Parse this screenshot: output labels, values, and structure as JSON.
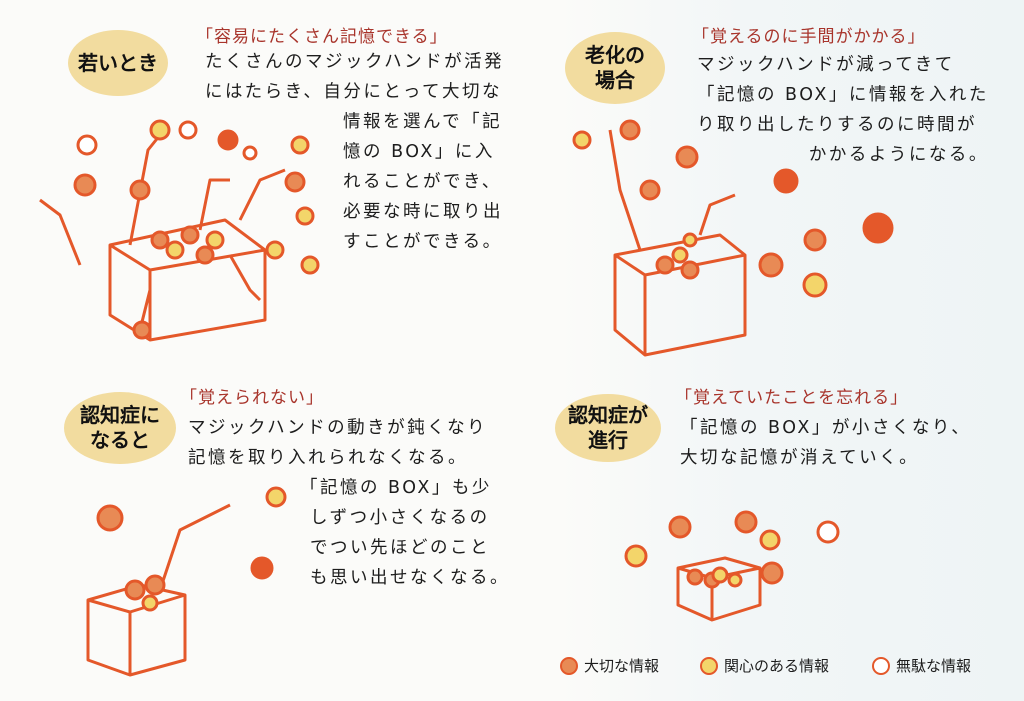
{
  "panels": [
    {
      "badge": [
        "若いとき"
      ],
      "quote": "「容易にたくさん記憶できる」",
      "lines": [
        "たくさんのマジックハンドが活発",
        "にはたらき、自分にとって大切な",
        "情報を選んで「記",
        "憶の BOX」に入",
        "れることができ、",
        "必要な時に取り出",
        "すことができる。"
      ]
    },
    {
      "badge": [
        "老化の",
        "場合"
      ],
      "quote": "「覚えるのに手間がかかる」",
      "lines": [
        "マジックハンドが減ってきて",
        "「記憶の BOX」に情報を入れた",
        "り取り出したりするのに時間が",
        "かかるようになる。"
      ]
    },
    {
      "badge": [
        "認知症に",
        "なると"
      ],
      "quote": "「覚えられない」",
      "lines": [
        "マジックハンドの動きが鈍くなり",
        "記憶を取り入れられなくなる。",
        "「記憶の BOX」も少",
        "しずつ小さくなるの",
        "でつい先ほどのこと",
        "も思い出せなくなる。"
      ]
    },
    {
      "badge": [
        "認知症が",
        "進行"
      ],
      "quote": "「覚えていたことを忘れる」",
      "lines": [
        "「記憶の BOX」が小さくなり、",
        "大切な記憶が消えていく。"
      ]
    }
  ],
  "legend": [
    {
      "label": "大切な情報",
      "color": "#e88a55"
    },
    {
      "label": "関心のある情報",
      "color": "#f3d56a"
    },
    {
      "label": "無駄な情報",
      "color": "#ffffff"
    }
  ],
  "colors": {
    "stroke": "#e4582a",
    "badge": "#f2dc9f",
    "quote": "#a8342b"
  }
}
